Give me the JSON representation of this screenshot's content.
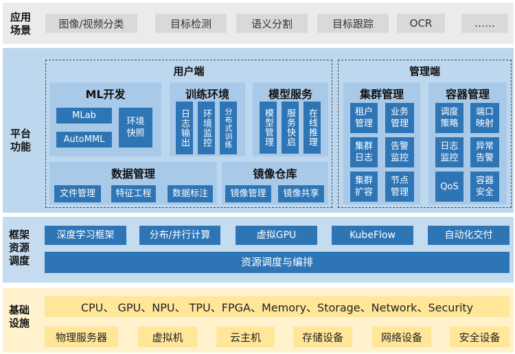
{
  "app_layer": {
    "label": "应用场景",
    "items": [
      "图像/视频分类",
      "目标检测",
      "语义分割",
      "目标跟踪",
      "OCR",
      "……"
    ]
  },
  "platform_layer": {
    "label": "平台功能",
    "user_side": {
      "title": "用户端",
      "ml_dev": {
        "title": "ML开发",
        "items": [
          "MLab",
          "AutoMML",
          "环境快照"
        ]
      },
      "training": {
        "title": "训练环境",
        "items": [
          "日志输出",
          "环境监控",
          "分布式训练"
        ]
      },
      "model_service": {
        "title": "模型服务",
        "items": [
          "模型管理",
          "服务快启",
          "在线推理"
        ]
      },
      "data_mgmt": {
        "title": "数据管理",
        "items": [
          "文件管理",
          "特征工程",
          "数据标注"
        ]
      },
      "image_repo": {
        "title": "镜像仓库",
        "items": [
          "镜像管理",
          "镜像共享"
        ]
      }
    },
    "admin_side": {
      "title": "管理端",
      "cluster": {
        "title": "集群管理",
        "items": [
          "租户管理",
          "业务管理",
          "集群日志",
          "告警监控",
          "集群扩容",
          "节点管理"
        ]
      },
      "container": {
        "title": "容器管理",
        "items": [
          "调度策略",
          "端口映射",
          "日志监控",
          "异常告警",
          "QoS",
          "容器安全"
        ]
      }
    }
  },
  "framework_layer": {
    "label": "框架资源调度",
    "items": [
      "深度学习框架",
      "分布/并行计算",
      "虚拟GPU",
      "KubeFlow",
      "自动化交付"
    ],
    "bar": "资源调度与编排"
  },
  "infra_layer": {
    "label": "基础设施",
    "hardware": "CPU、 GPU、NPU、 TPU、FPGA、Memory、Storage、Network、Security",
    "items": [
      "物理服务器",
      "虚拟机",
      "云主机",
      "存储设备",
      "网络设备",
      "安全设备"
    ]
  },
  "colors": {
    "app_band": "#ebebeb",
    "platform_band": "#bdd7ee",
    "panel": "#a9c9e9",
    "box": "#2e75b6",
    "infra_band": "#fff2cc",
    "infra_box": "#ffe699"
  }
}
